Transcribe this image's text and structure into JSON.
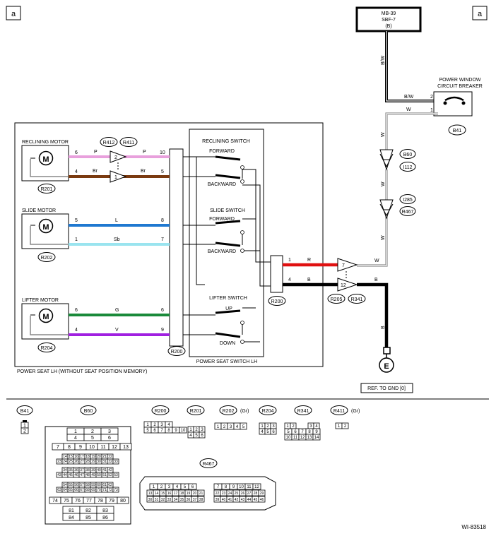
{
  "corner_marks": {
    "left": "a",
    "right": "a"
  },
  "top_connector": {
    "line1": "MB-39",
    "line2": "SBF-7",
    "line3": "(B)"
  },
  "breaker": {
    "title_line1": "POWER WINDOW",
    "title_line2": "CIRCUIT BREAKER",
    "id": "B41",
    "pin_top": "2",
    "pin_bottom": "1"
  },
  "wire_labels": {
    "bw_vertical": "B/W",
    "bw_breaker": "B/W",
    "w_breaker": "W",
    "w_vert1": "W",
    "w_vert2": "W",
    "w_vert3": "W",
    "w_r200": "W",
    "b_r200": "B",
    "b_gnd": "B"
  },
  "junctions": {
    "b60": "B60",
    "i112": "I112",
    "i285": "I285",
    "r467": "R467"
  },
  "seat_box": {
    "label": "POWER SEAT LH (WITHOUT SEAT POSITION MEMORY)"
  },
  "switch_box": {
    "label": "POWER SEAT SWITCH LH"
  },
  "reclining": {
    "title": "RECLINING MOTOR",
    "id": "R201",
    "pin1": "6",
    "pin2": "4",
    "wire1_a": "P",
    "wire1_b": "P",
    "wire2_a": "Br",
    "wire2_b": "Br",
    "far1": "10",
    "far2": "5",
    "conn_a": "R412",
    "conn_b": "R411",
    "conn_pin1": "2",
    "conn_pin2": "1"
  },
  "slide": {
    "title": "SLIDE MOTOR",
    "id": "R202",
    "pin1": "5",
    "pin2": "1",
    "wire1": "L",
    "wire2": "Sb",
    "far1": "8",
    "far2": "7"
  },
  "lifter": {
    "title": "LIFTER MOTOR",
    "id": "R204",
    "pin1": "6",
    "pin2": "4",
    "wire1": "G",
    "wire2": "V",
    "far1": "6",
    "far2": "9"
  },
  "motor_symbol": "M",
  "switches": {
    "reclining_title": "RECLINING SWITCH",
    "reclining_fwd": "FORWARD",
    "reclining_back": "BACKWARD",
    "slide_title": "SLIDE SWITCH",
    "slide_fwd": "FORWARD",
    "slide_back": "BACKWARD",
    "lifter_title": "LIFTER SWITCH",
    "lifter_up": "UP",
    "lifter_down": "DOWN"
  },
  "r200_main": {
    "id": "R200"
  },
  "r200_small": {
    "id": "R200",
    "pin1": "1",
    "pin2": "4",
    "wire1": "R",
    "wire2": "B",
    "conn_pin1": "7",
    "conn_pin2": "12",
    "conn_a": "R205",
    "conn_b": "R341"
  },
  "ground": {
    "symbol": "E",
    "ref": "REF. TO GND [0]"
  },
  "connectors": {
    "b41": "B41",
    "b60": "B60",
    "r200": "R200",
    "r201": "R201",
    "r202": "R202",
    "r202_color": "(Gr)",
    "r204": "R204",
    "r341": "R341",
    "r411": "R411",
    "r411_color": "(Gr)",
    "r467": "R467"
  },
  "pin_grids": {
    "b41": [
      "1",
      "2"
    ],
    "b60_rows": [
      [
        "1",
        "2",
        "3"
      ],
      [
        "4",
        "5",
        "6"
      ],
      [
        "7",
        "8",
        "9",
        "10",
        "11",
        "12",
        "13"
      ],
      [
        "14",
        "15",
        "16",
        "17",
        "18",
        "19",
        "20",
        "21",
        "22"
      ],
      [
        "23",
        "24",
        "25",
        "26",
        "27",
        "28",
        "29",
        "30",
        "31",
        "32",
        "33"
      ],
      [
        "34",
        "35",
        "36",
        "37",
        "38",
        "39",
        "40",
        "41",
        "42"
      ],
      [
        "43",
        "44",
        "45",
        "46",
        "47",
        "48",
        "49",
        "50",
        "51",
        "52",
        "53"
      ],
      [
        "54",
        "55",
        "56",
        "57",
        "58",
        "59",
        "60",
        "61",
        "62"
      ],
      [
        "63",
        "64",
        "65",
        "66",
        "67",
        "68",
        "69",
        "70",
        "71",
        "72",
        "73"
      ],
      [
        "74",
        "75",
        "76",
        "77",
        "78",
        "79",
        "80"
      ],
      [
        "81",
        "82",
        "83"
      ],
      [
        "84",
        "85",
        "86"
      ]
    ],
    "r200_rows": [
      [
        "1",
        "2",
        "3",
        "4"
      ],
      [
        "5",
        "6",
        "7",
        "8",
        "9",
        "10"
      ]
    ],
    "r201_rows": [
      [
        "1",
        "2",
        "3"
      ],
      [
        "4",
        "5",
        "6"
      ]
    ],
    "r202": [
      "1",
      "2",
      "3",
      "4",
      "5"
    ],
    "r204_rows": [
      [
        "1",
        "2",
        "3"
      ],
      [
        "4",
        "5",
        "6"
      ]
    ],
    "r341_rows": [
      [
        "1",
        "2",
        "3",
        "4"
      ],
      [
        "5",
        "6",
        "7",
        "8",
        "9"
      ],
      [
        "10",
        "11",
        "12",
        "13",
        "14"
      ]
    ],
    "r411": [
      "1",
      "2"
    ],
    "r467_rows": [
      [
        "1",
        "2",
        "3",
        "4",
        "5",
        "6",
        "7",
        "8",
        "9",
        "10",
        "11",
        "12"
      ],
      [
        "13",
        "14",
        "15",
        "16",
        "17",
        "18",
        "19",
        "20",
        "21",
        "22",
        "23",
        "24",
        "25",
        "26",
        "27",
        "28",
        "29"
      ],
      [
        "30",
        "31",
        "32",
        "33",
        "34",
        "35",
        "36",
        "37",
        "38",
        "39",
        "40",
        "41",
        "42",
        "43",
        "44",
        "45",
        "46"
      ]
    ]
  },
  "figure_id": "WI-83518",
  "colors": {
    "pink": "#e8a0dc",
    "brown": "#7a3a10",
    "blue": "#1f78d0",
    "sky": "#9ae4ef",
    "green": "#1a8a3a",
    "violet": "#a020e0",
    "red": "#e01010",
    "black": "#000000",
    "white_wire": "#8c8c8c"
  }
}
